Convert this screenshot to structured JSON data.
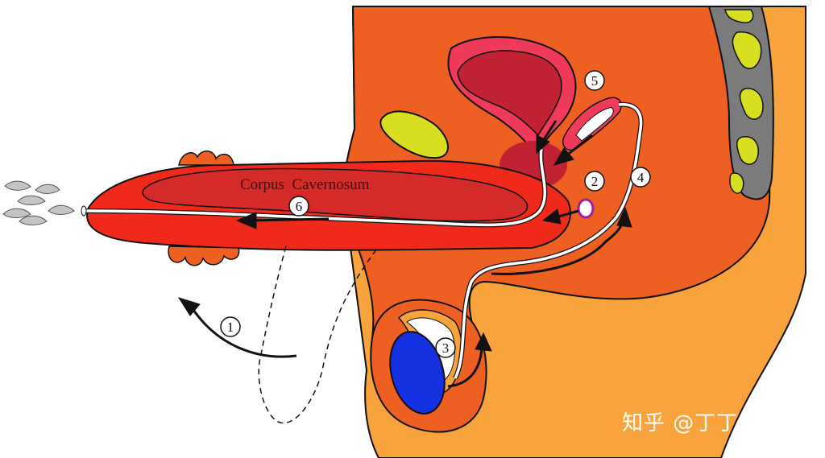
{
  "diagram": {
    "label": "Corpus  Cavernosum",
    "steps": [
      "1",
      "2",
      "3",
      "4",
      "5",
      "6"
    ]
  },
  "watermark": "知乎 @丁丁小运",
  "colors": {
    "body_outer": "#f8a33b",
    "body_inner": "#ee5f22",
    "penis_outer": "#f02a1a",
    "corpus": "#d42a2a",
    "bladder": "#c02232",
    "bladder_rim": "#ef3a5a",
    "testis": "#1430e0",
    "spine_gray": "#7b7b7b",
    "vertebra_yellow": "#d8df20",
    "urethra": "#ffffff",
    "outline": "#111111"
  }
}
